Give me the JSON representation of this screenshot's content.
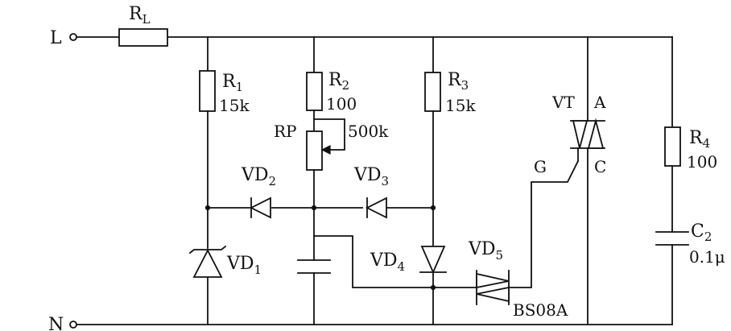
{
  "terminals": {
    "L": "L",
    "N": "N"
  },
  "components": {
    "RL": {
      "name": "R",
      "sub": "L"
    },
    "R1": {
      "name": "R",
      "sub": "1",
      "value": "15k"
    },
    "R2": {
      "name": "R",
      "sub": "2",
      "value": "100"
    },
    "R3": {
      "name": "R",
      "sub": "3",
      "value": "15k"
    },
    "R4": {
      "name": "R",
      "sub": "4",
      "value": "100"
    },
    "RP": {
      "name": "RP",
      "value": "500k"
    },
    "VD1": {
      "name": "VD",
      "sub": "1"
    },
    "VD2": {
      "name": "VD",
      "sub": "2"
    },
    "VD3": {
      "name": "VD",
      "sub": "3"
    },
    "VD4": {
      "name": "VD",
      "sub": "4"
    },
    "VD5": {
      "name": "VD",
      "sub": "5",
      "part": "BS08A"
    },
    "VT": {
      "name": "VT",
      "anode": "A",
      "gate": "G",
      "cathode": "C"
    },
    "C2": {
      "name": "C",
      "sub": "2",
      "value": "0.1μ"
    }
  }
}
